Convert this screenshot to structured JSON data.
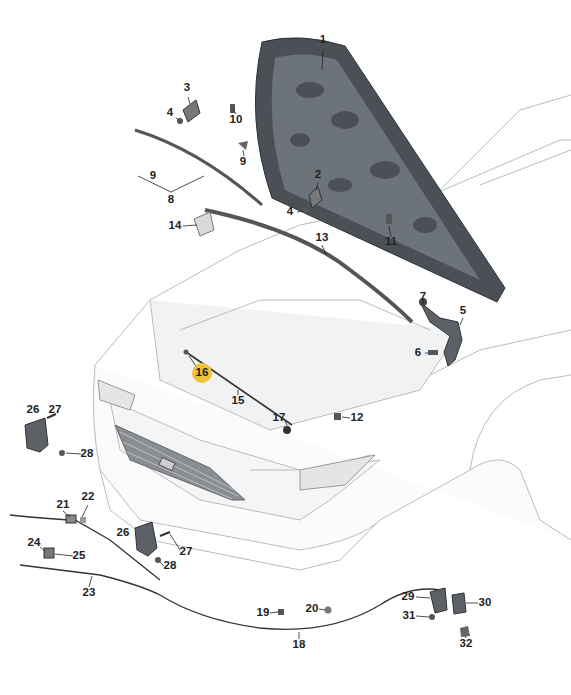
{
  "diagram": {
    "nodes": [
      {
        "text": [
          "16"
        ]
      }
    ],
    "labels": [
      "1",
      "3",
      "4",
      "10",
      "9",
      "9",
      "8",
      "2",
      "4",
      "14",
      "11",
      "13",
      "7",
      "5",
      "6",
      "15",
      "17",
      "12",
      "26",
      "27",
      "28",
      "22",
      "21",
      "24",
      "25",
      "23",
      "26",
      "27",
      "28",
      "19",
      "20",
      "18",
      "29",
      "30",
      "31",
      "32"
    ]
  }
}
